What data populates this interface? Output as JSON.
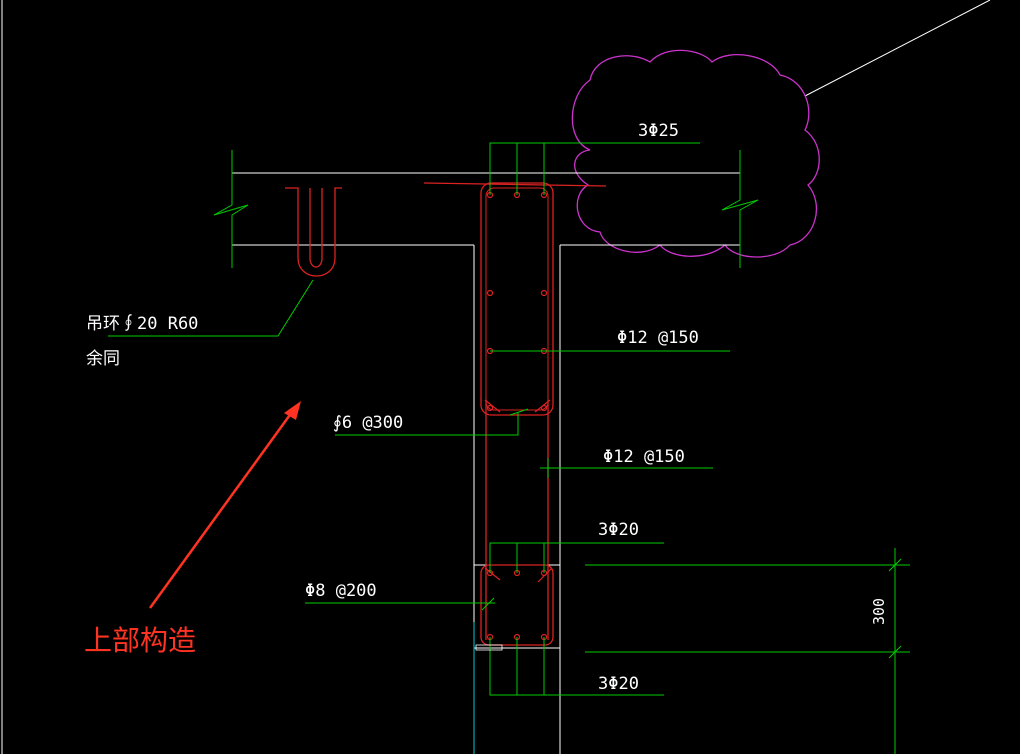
{
  "drawing": {
    "labels": {
      "top_bar": "3Φ25",
      "hook_line1": "吊环∮20 R60",
      "hook_line2": "余同",
      "stirrup_main": "∮6 @300",
      "web_bar_1": "Φ12 @150",
      "web_bar_2": "Φ12 @150",
      "mid_bar": "3Φ20",
      "bottom_stirrup": "Φ8 @200",
      "bottom_bar": "3Φ20",
      "dimension": "300"
    },
    "annotation": {
      "text": "上部构造",
      "color": "#ff3322"
    },
    "colors": {
      "background": "#000000",
      "outline": "#ffffff",
      "leader": "#00cc00",
      "rebar": "#dd2222",
      "cloud": "#cc33cc",
      "cyan": "#00cccc"
    }
  }
}
